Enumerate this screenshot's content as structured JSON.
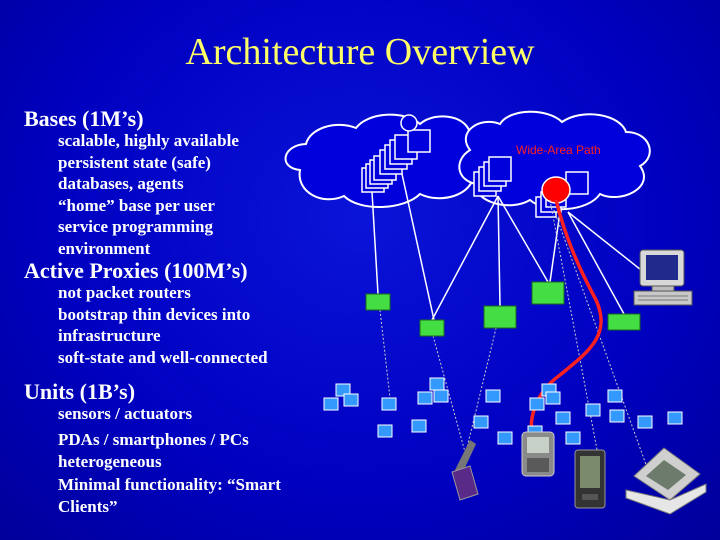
{
  "slide": {
    "title": "Architecture Overview",
    "sections": [
      {
        "heading": "Bases (1M’s)",
        "items": [
          "scalable, highly available",
          "persistent state (safe)",
          "databases, agents",
          "“home” base per user",
          "service programming",
          "environment"
        ]
      },
      {
        "heading": "Active Proxies (100M’s)",
        "items": [
          "not packet routers",
          "bootstrap thin devices into",
          "infrastructure",
          "soft-state and well-connected"
        ]
      },
      {
        "heading": "Units (1B’s)",
        "items": [
          "sensors / actuators",
          "PDAs / smartphones / PCs",
          "heterogeneous",
          "Minimal functionality: “Smart",
          "Clients”"
        ]
      }
    ]
  },
  "diagram": {
    "wide_area_label": "Wide-Area Path",
    "icons": [
      "cloud-icon",
      "server-cluster-icon",
      "proxy-node-icon",
      "unit-node-icon",
      "desktop-computer-icon",
      "flip-phone-icon",
      "pda-icon",
      "palm-pda-icon",
      "laptop-icon"
    ],
    "colors": {
      "background": "#0000c8",
      "title": "#ffff66",
      "text": "#ffffff",
      "proxy_nodes": "#44dd44",
      "unit_nodes": "#3399ff",
      "wide_area_path": "#ff2020",
      "cloud": "#0000dd"
    }
  }
}
